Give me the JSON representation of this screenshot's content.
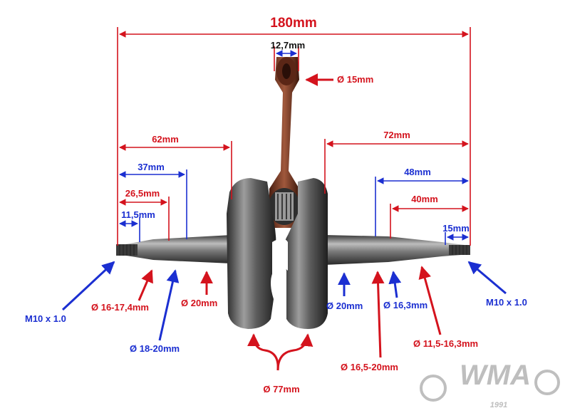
{
  "dimensions": {
    "overall": "180mm",
    "rod_small_end_width": "12,7mm",
    "rod_small_end_bore": "Ø 15mm",
    "left_62": "62mm",
    "left_37": "37mm",
    "left_26_5": "26,5mm",
    "left_11_5": "11,5mm",
    "right_72": "72mm",
    "right_48": "48mm",
    "right_40": "40mm",
    "right_15": "15mm"
  },
  "callouts": {
    "left_thread": "M10 x 1.0",
    "right_thread": "M10 x 1.0",
    "left_taper": "Ø 16-17,4mm",
    "left_seat": "Ø 18-20mm",
    "left_journal": "Ø 20mm",
    "right_journal": "Ø 20mm",
    "right_seat": "Ø 16,3mm",
    "right_taper_base": "Ø 16,5-20mm",
    "right_taper_tip": "Ø 11,5-16,3mm",
    "flywheel_diameter": "Ø 77mm"
  },
  "logo": {
    "text": "WMA",
    "year": "1991"
  },
  "colors": {
    "red": "#d4131d",
    "blue": "#1b2fd1",
    "metal": "#6f6f6f",
    "rod": "#7a3b26"
  }
}
